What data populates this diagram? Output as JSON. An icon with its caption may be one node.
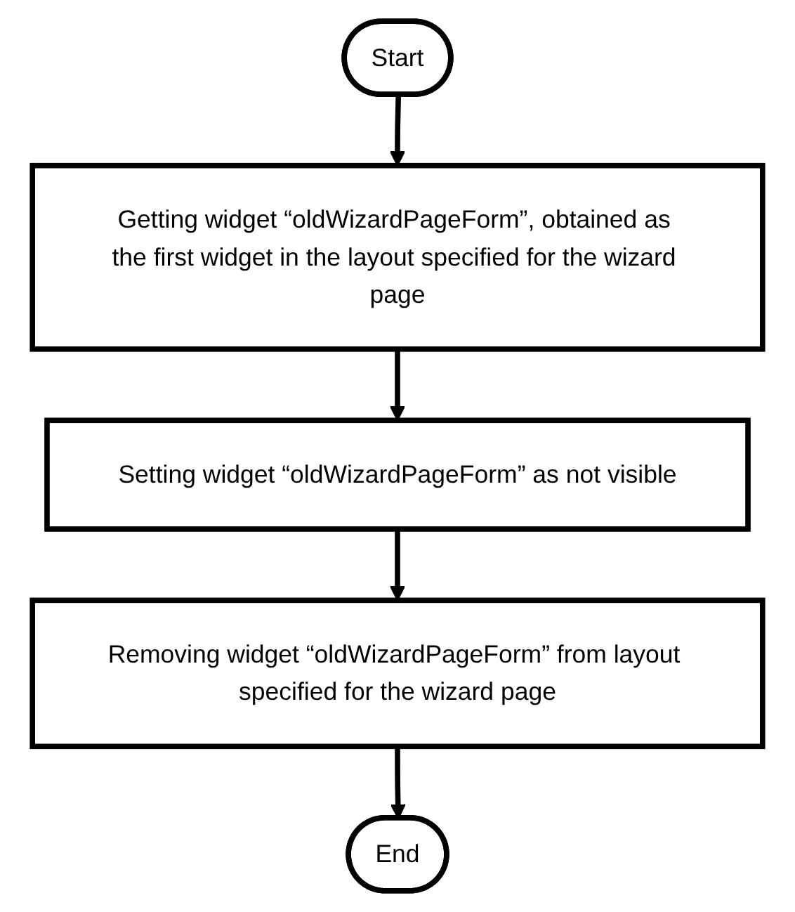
{
  "diagram": {
    "nodes": [
      {
        "text": [
          "Start"
        ]
      },
      {
        "text": [
          "Getting widget “oldWizardPageForm”, obtained as the first widget in the layout specified for the wizard page"
        ]
      },
      {
        "text": [
          "Setting widget “oldWizardPageForm” as not visible"
        ]
      },
      {
        "text": [
          "Removing widget “oldWizardPageForm” from layout specified for the wizard page"
        ]
      },
      {
        "text": [
          "End"
        ]
      }
    ],
    "edges": [
      {
        "from": 0,
        "to": 1,
        "arrow": "to"
      },
      {
        "from": 1,
        "to": 2,
        "arrow": "to"
      },
      {
        "from": 2,
        "to": 3,
        "arrow": "to"
      },
      {
        "from": 3,
        "to": 4,
        "arrow": "to"
      }
    ]
  }
}
